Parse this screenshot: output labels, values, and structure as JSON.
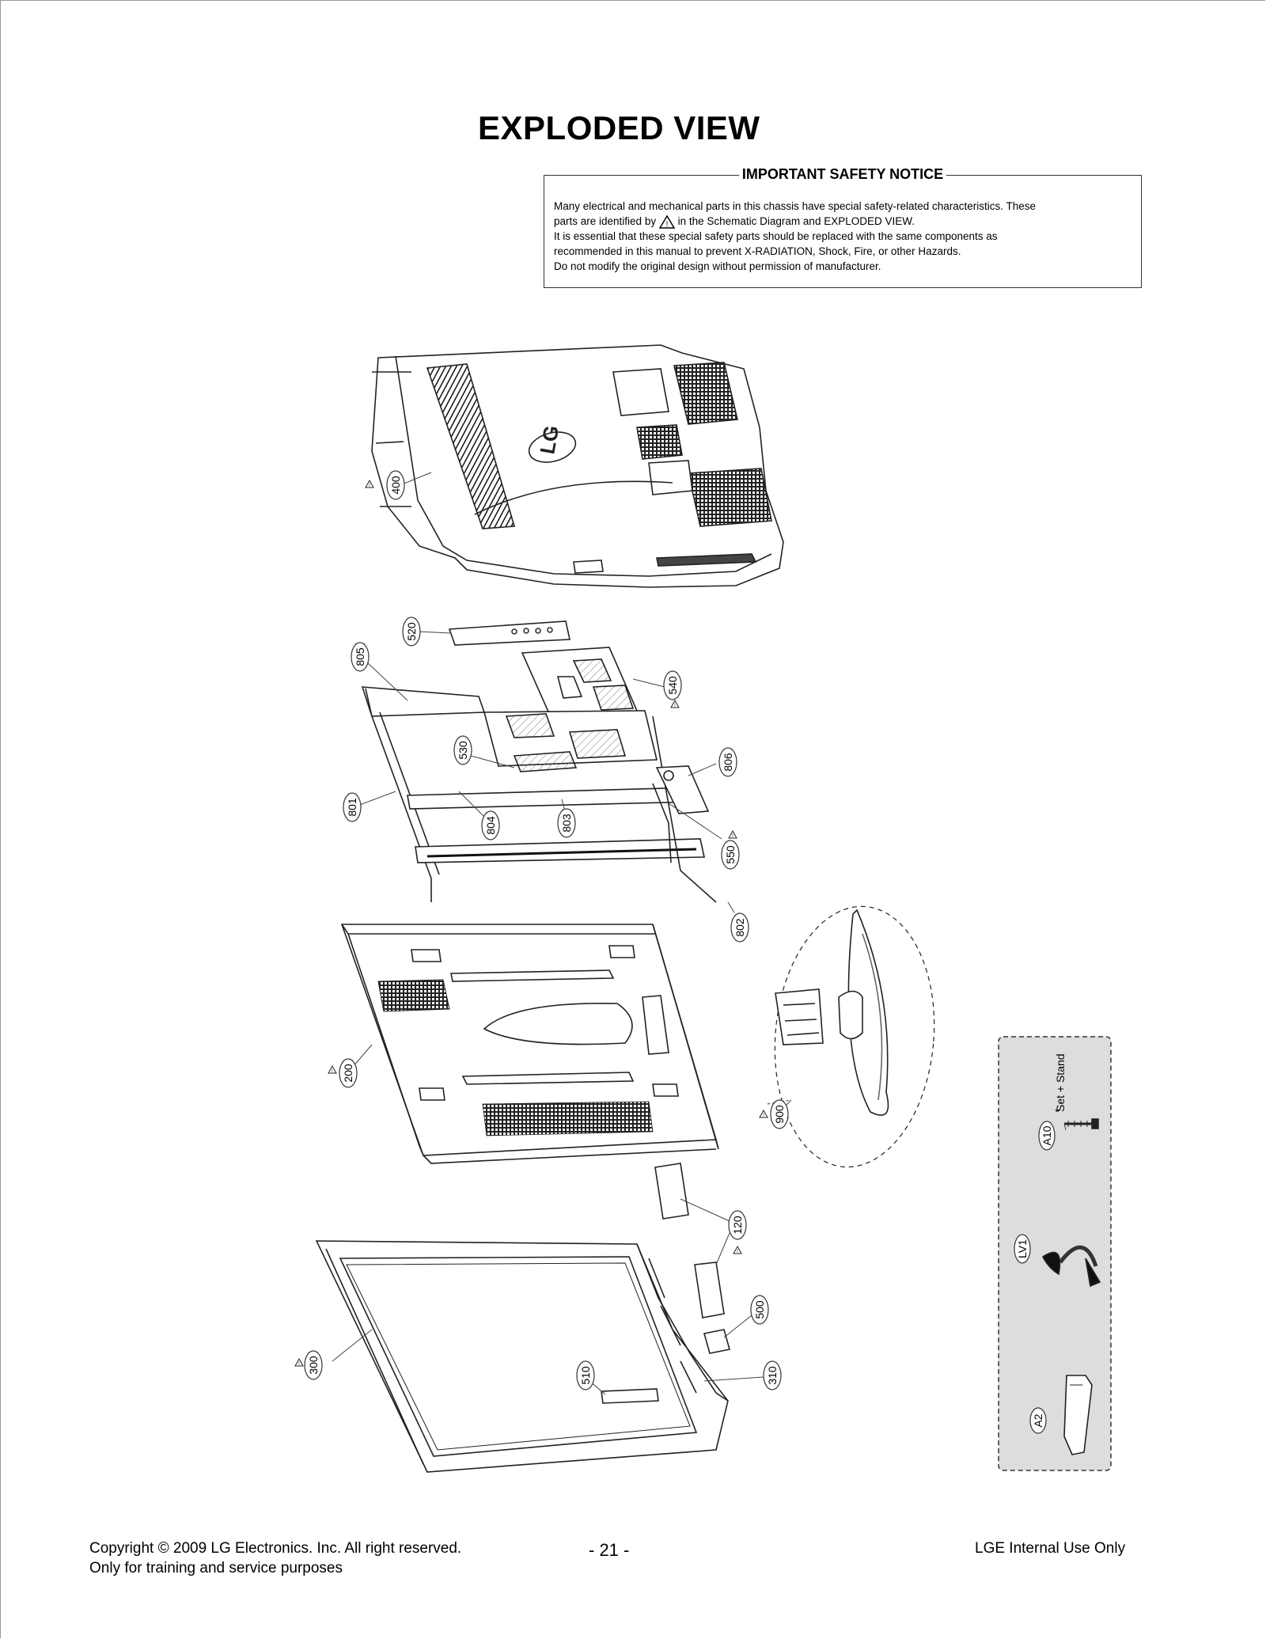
{
  "title": "EXPLODED VIEW",
  "notice": {
    "heading": "IMPORTANT SAFETY NOTICE",
    "line1": "Many electrical and mechanical parts in this chassis have special safety-related characteristics. These",
    "line2_before": "parts are identified by",
    "line2_after": "in the Schematic Diagram and EXPLODED VIEW.",
    "line3": "It is essential that these special safety parts should be replaced with the same components as",
    "line4": "recommended in this manual to prevent X-RADIATION, Shock, Fire, or other Hazards.",
    "line5": "Do not modify the original design without permission of manufacturer."
  },
  "callouts": {
    "c400": "400",
    "c520": "520",
    "c805": "805",
    "c540": "540",
    "c530": "530",
    "c806": "806",
    "c801": "801",
    "c804": "804",
    "c803": "803",
    "c550": "550",
    "c802": "802",
    "c200": "200",
    "c900": "900",
    "c120": "120",
    "c500": "500",
    "c300": "300",
    "c510": "510",
    "c310": "310"
  },
  "accessories": {
    "a10": "A10",
    "a10_note": "Set + Stand",
    "lv1": "LV1",
    "a2": "A2"
  },
  "brand_logo": "LG",
  "footer": {
    "copyright": "Copyright  © 2009 LG Electronics. Inc. All right reserved.",
    "purpose": "Only for training and service purposes",
    "page_number": "- 21 -",
    "internal": "LGE Internal Use Only"
  }
}
